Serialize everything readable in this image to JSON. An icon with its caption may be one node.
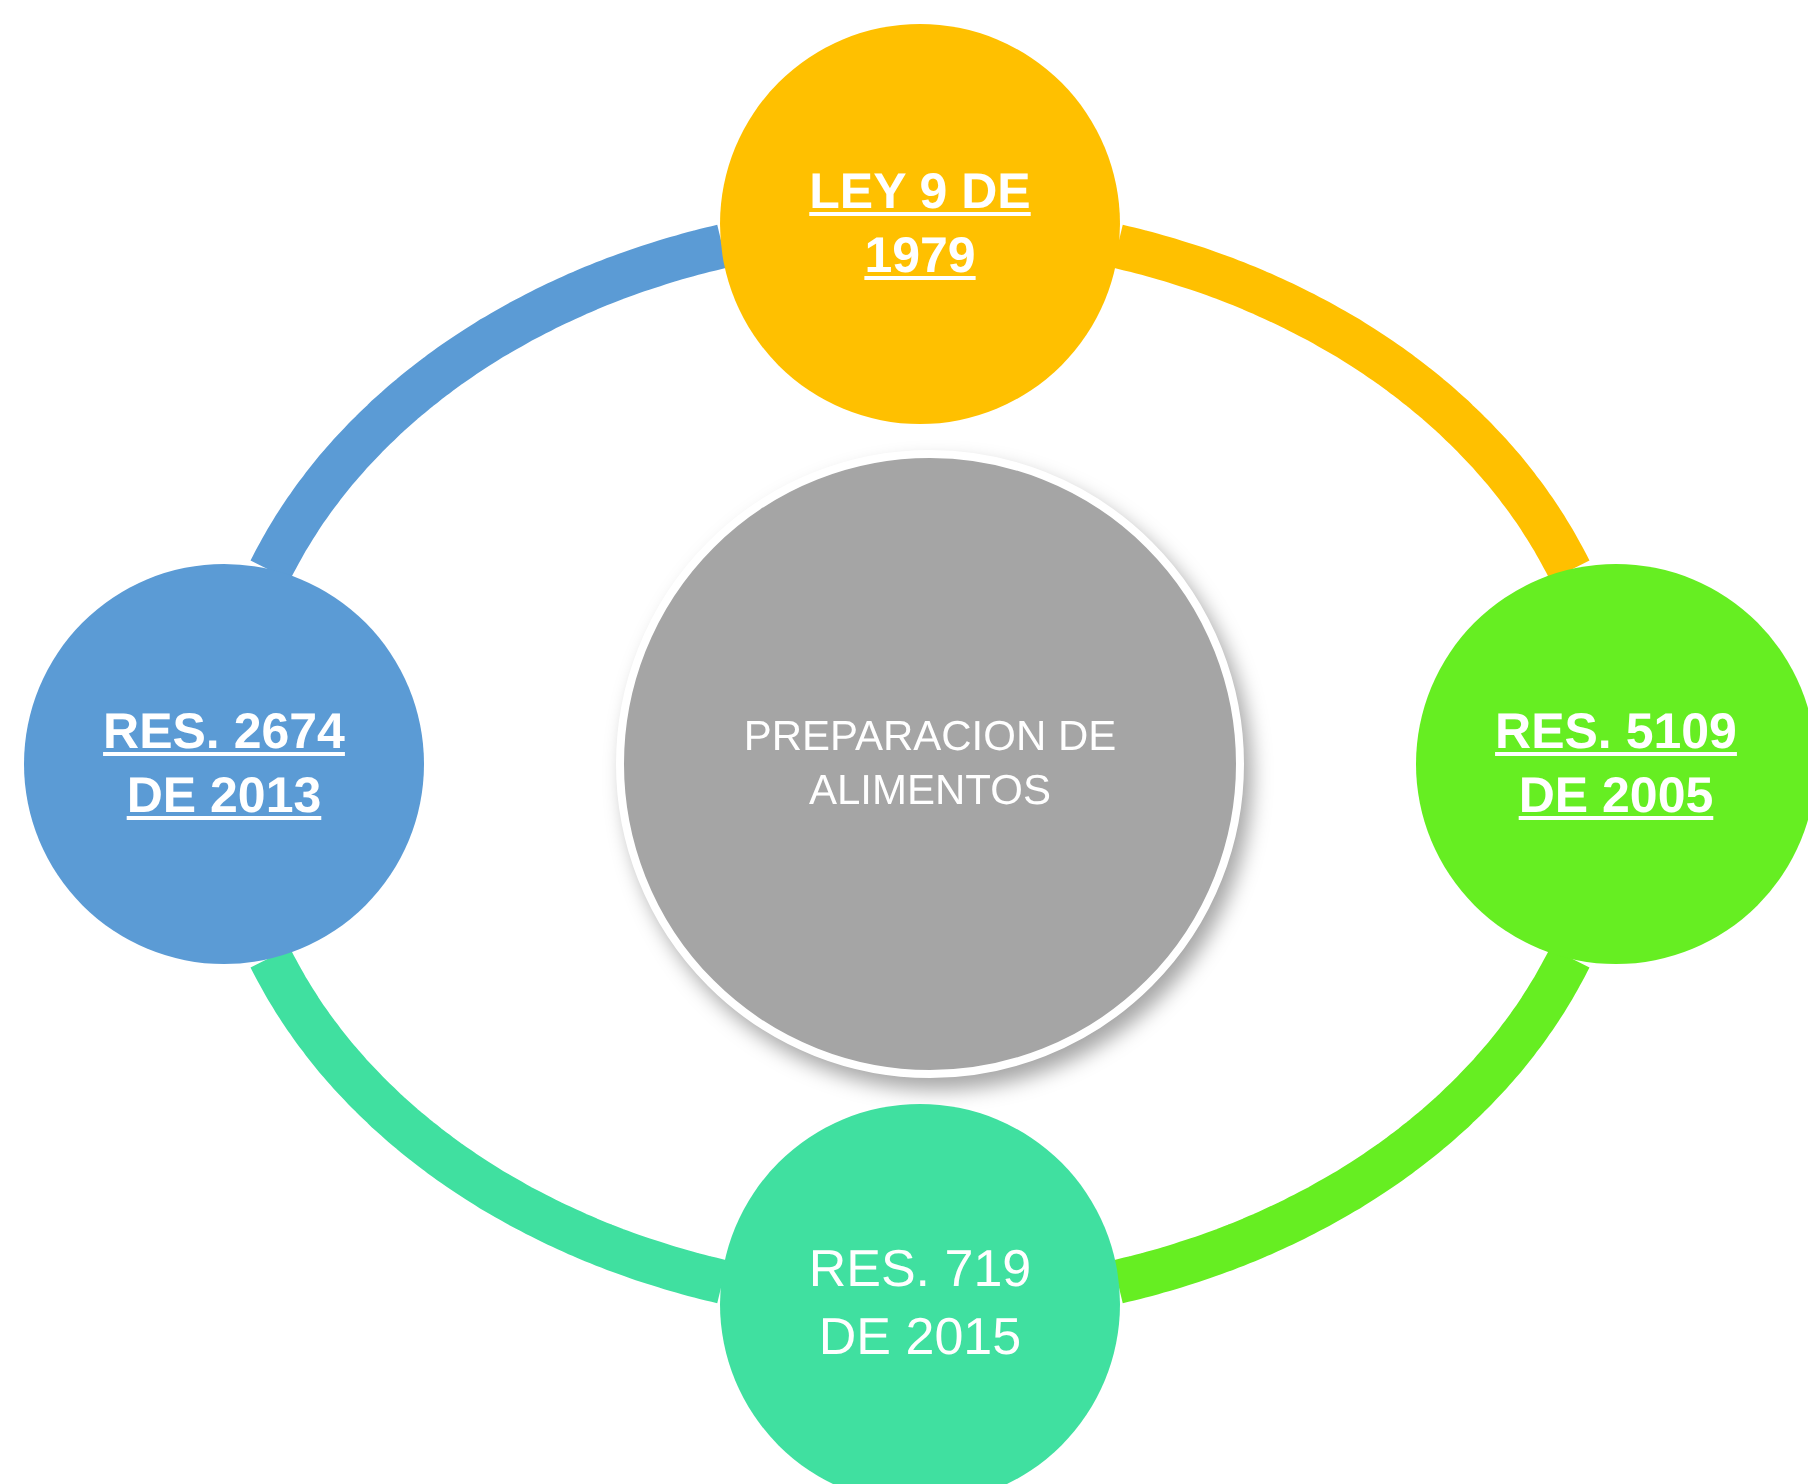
{
  "diagram": {
    "nodes": [
      {
        "text": [
          "LEY 9 DE 1979"
        ]
      },
      {
        "text": [
          "RES. 2674 DE 2013"
        ]
      },
      {
        "text": [
          "PREPARACION DE ALIMENTOS"
        ]
      },
      {
        "text": [
          "RES. 5109 DE 2005"
        ]
      },
      {
        "text": [
          "RES. 719 DE 2015"
        ]
      }
    ],
    "edges": [
      {
        "from": 0,
        "to": 3,
        "arrow": "none",
        "color": "#ffc000"
      },
      {
        "from": 3,
        "to": 4,
        "arrow": "none",
        "color": "#66ee22"
      },
      {
        "from": 4,
        "to": 1,
        "arrow": "none",
        "color": "#40e0a0"
      },
      {
        "from": 1,
        "to": 0,
        "arrow": "none",
        "color": "#5b9bd5"
      }
    ]
  }
}
